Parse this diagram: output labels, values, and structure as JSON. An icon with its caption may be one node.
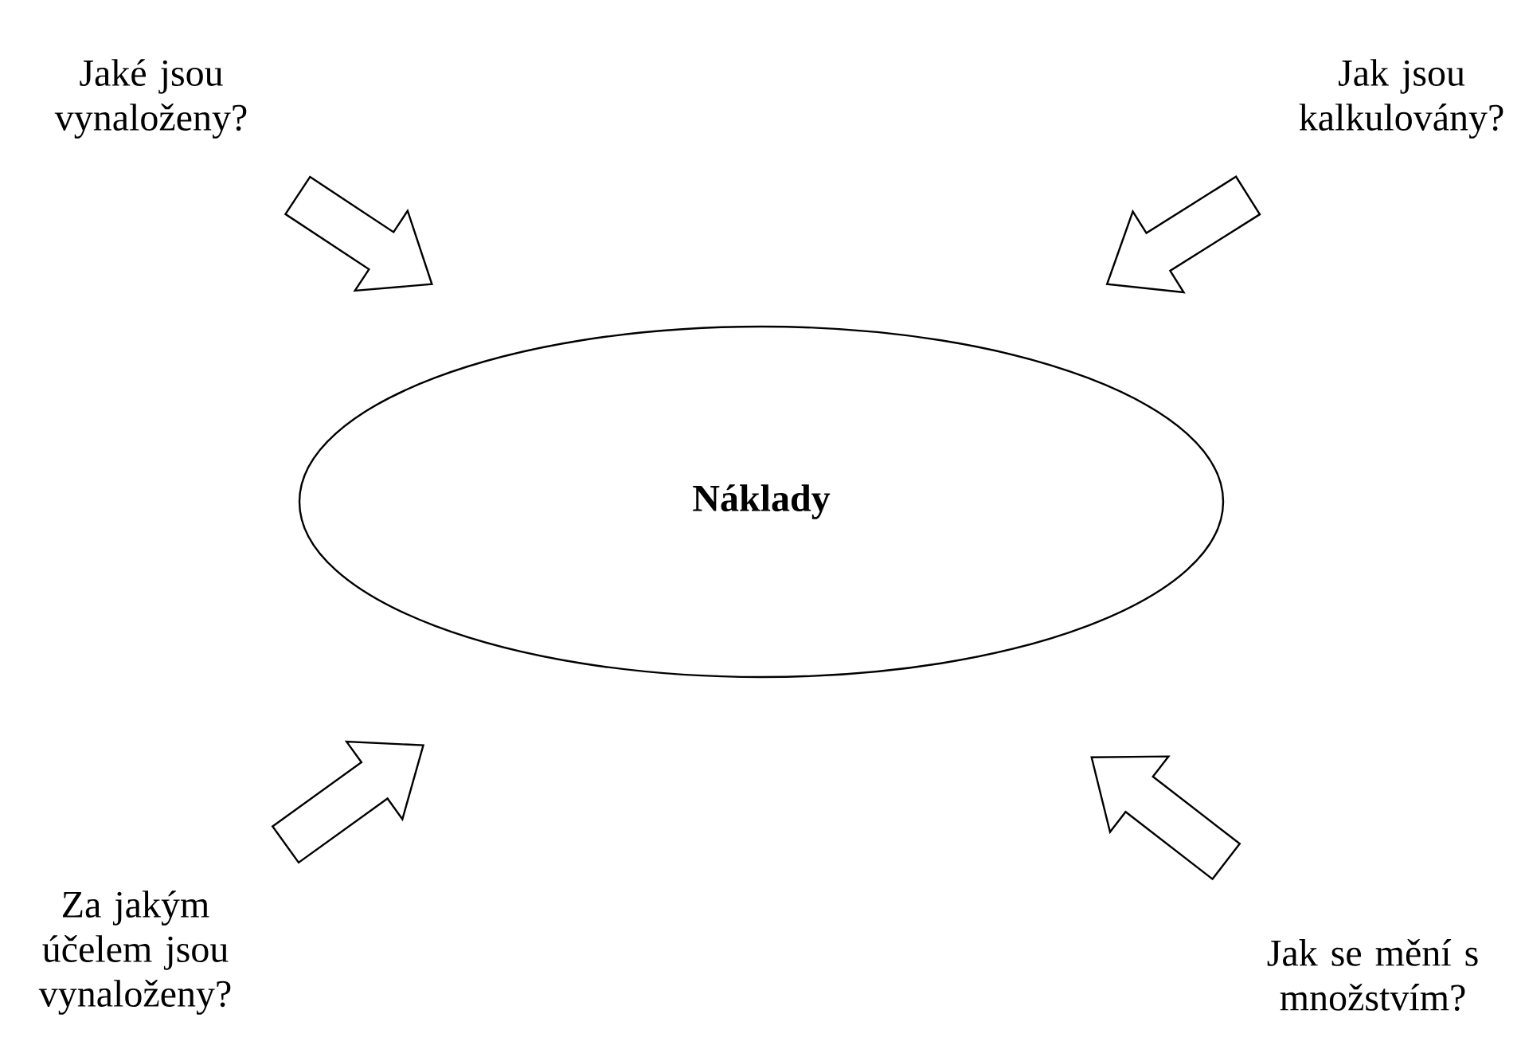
{
  "diagram": {
    "nodes": [
      {
        "text": [
          "Náklady"
        ]
      },
      {
        "text": [
          "Jaké jsou vynaloženy?"
        ]
      },
      {
        "text": [
          "Jak jsou kalkulovány?"
        ]
      },
      {
        "text": [
          "Za jakým účelem jsou vynaloženy?"
        ]
      },
      {
        "text": [
          "Jak se mění s množstvím?"
        ]
      }
    ],
    "edges": [
      {
        "from": 1,
        "to": 0,
        "arrow": "to"
      },
      {
        "from": 2,
        "to": 0,
        "arrow": "to"
      },
      {
        "from": 3,
        "to": 0,
        "arrow": "to"
      },
      {
        "from": 4,
        "to": 0,
        "arrow": "to"
      }
    ]
  }
}
